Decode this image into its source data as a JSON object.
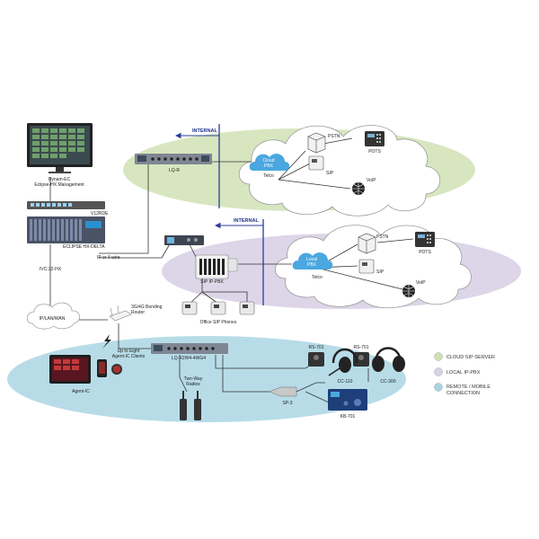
{
  "internal_label_1": "INTERNAL",
  "internal_label_2": "INTERNAL",
  "management": {
    "line1": "Dynam-EC",
    "line2": "Eclipse-HX Management"
  },
  "devices": {
    "v12rd": "V12RDE",
    "eclipse_delta": "ECLIPSE HX-DELTA",
    "ivc": "IVC-32-HX",
    "ip_or_4wire": "IP or 4-wire",
    "lqr": "LQ-R",
    "sip_ippbx": "SIP IP-PBX",
    "office_phones": "Office SIP Phones",
    "iplan": "IP/LAN/WAN",
    "router_line1": "3G/4G Bonding",
    "router_line2": "Router",
    "agent_ic": "Agent-IC",
    "up_to_eight_line1": "Up to Eight",
    "up_to_eight_line2": "Agent-IC Clients",
    "lq_r2w4": "LQ-R2W4-4WG4",
    "two_way_line1": "Two-Way",
    "two_way_line2": "Radios",
    "sp3": "SP-3",
    "rs701_a": "RS-701",
    "rs701_b": "RS-701",
    "cc110": "CC-110",
    "cc300": "CC-300",
    "kb701": "KB-701"
  },
  "cloud_top": {
    "cloud_line1": "Cloud",
    "cloud_line2": "PBX",
    "telco": "Telco",
    "pstn": "PSTN",
    "pots": "POTS",
    "sip": "SIP",
    "voip": "VoIP"
  },
  "cloud_mid": {
    "cloud_line1": "Local",
    "cloud_line2": "PBX",
    "telco": "Telco",
    "pstn": "PSTN",
    "pots": "POTS",
    "sip": "SIP",
    "voip": "VoIP"
  },
  "legend": [
    {
      "label": "CLOUD SIP-SERVER",
      "color": "#cfe0b4"
    },
    {
      "label": "LOCAL IP-PBX",
      "color": "#d9d1e6"
    },
    {
      "label": "REMOTE / MOBILE",
      "label2": "CONNECTION",
      "color": "#a9d3e2"
    }
  ],
  "colors": {
    "cloud_zone": "#d7e6bf",
    "local_zone": "#ddd5e8",
    "remote_zone": "#b7dce8",
    "internal_arrow": "#2a3d9a",
    "cloud_blue": "#4aa7e0"
  }
}
